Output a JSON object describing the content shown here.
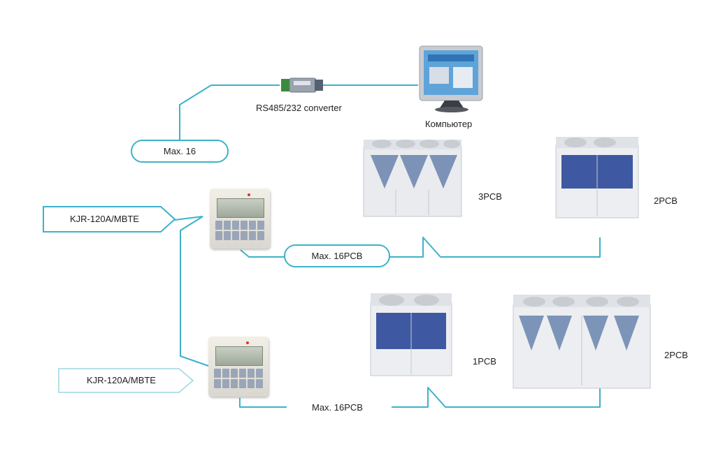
{
  "colors": {
    "wire": "#3db2c9",
    "text": "#222222"
  },
  "labels": {
    "converter": "RS485/232 converter",
    "computer": "Компьютер",
    "unit_3pcb": "3PCB",
    "unit_2pcb_top": "2PCB",
    "unit_1pcb": "1PCB",
    "unit_2pcb_bottom": "2PCB",
    "max_16": "Max. 16",
    "max_16pcb_top": "Max. 16PCB",
    "max_16pcb_bottom": "Max. 16PCB",
    "controller_top": "KJR-120A/MBTE",
    "controller_bottom": "KJR-120A/MBTE"
  },
  "icons": {
    "converter": "rs485-converter-icon",
    "computer": "computer-monitor-icon",
    "controller": "wired-controller-icon",
    "chiller": "modular-chiller-icon"
  }
}
